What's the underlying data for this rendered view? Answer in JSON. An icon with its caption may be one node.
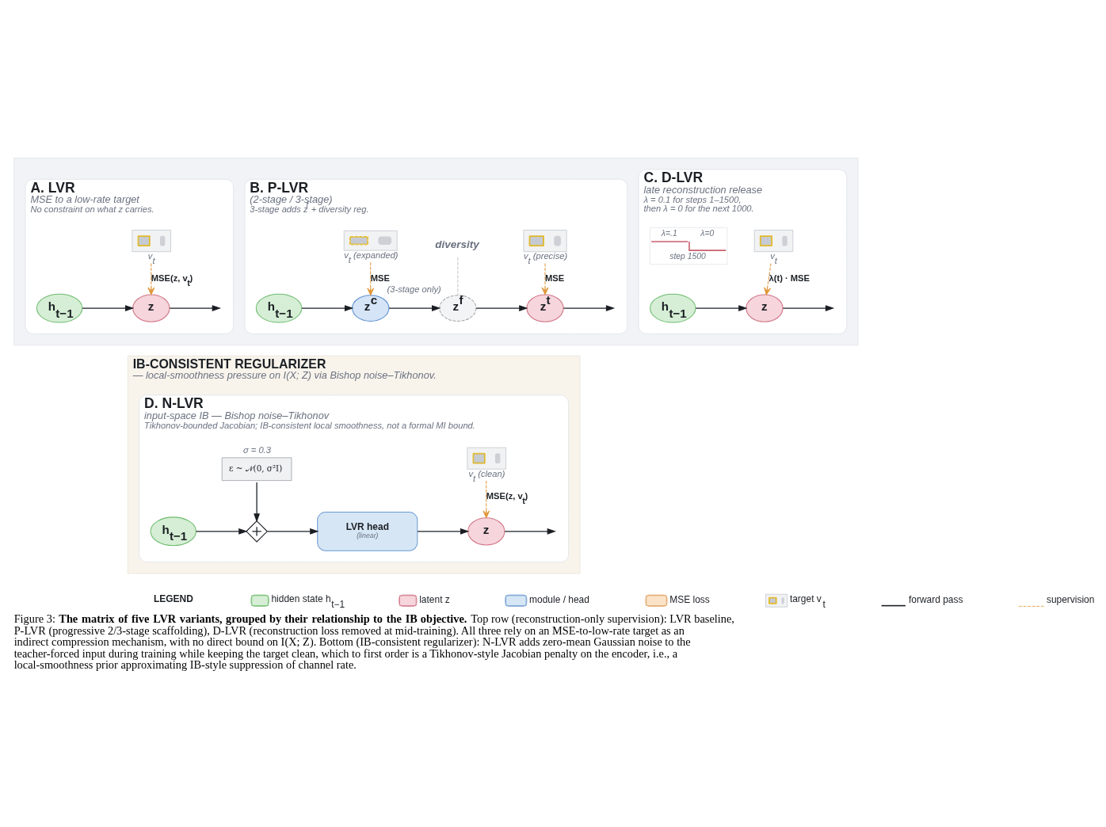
{
  "diagram": {
    "caption": "Figure 3: **The matrix of five LVR variants, grouped by their relationship to the IB objective.** Top row (reconstruction-only supervision): LVR baseline, P-LVR (progressive 2/3-stage scaffolding), D-LVR (reconstruction loss removed at mid-training). All three rely on an MSE-to-low-rate target as an indirect compression mechanism, with no direct bound on I(X; Z). Bottom (IB-consistent regularizer): N-LVR adds zero-mean Gaussian noise to the teacher-forced input during training while keeping the target clean, which to first order is a Tikhonov-style Jacobian penalty on the encoder, i.e., a local-smoothness prior approximating IB-style suppression of channel rate.",
    "nodes": [
      {
        "text": [],
        "shape": "box"
      },
      {
        "text": [
          "A. LVR",
          "MSE to a low-rate target",
          "No constraint on what z carries."
        ],
        "in": 0
      },
      {
        "text": [
          "h$_{t−1}$"
        ],
        "in": 1
      },
      {
        "text": [],
        "shape": "picture",
        "beside": [
          "v$_{t}$"
        ],
        "in": 1
      },
      {
        "text": [
          "z"
        ],
        "in": 1
      },
      {
        "text": [
          "B. P-LVR",
          "(2-stage / 3-stage)",
          "3-stage adds z$^{f}$ + diversity reg."
        ],
        "in": 0
      },
      {
        "text": [
          "h$_{t−1}$"
        ],
        "in": 5
      },
      {
        "text": [],
        "shape": "picture",
        "beside": [
          "v$_{t}$ (expanded)"
        ],
        "in": 5
      },
      {
        "text": [
          "z$^{c}$"
        ],
        "in": 5
      },
      {
        "text": [
          "diversity"
        ],
        "in": 5
      },
      {
        "text": [
          "z$^{f}$"
        ],
        "beside": [
          "(3-stage only)"
        ],
        "in": 5
      },
      {
        "text": [],
        "shape": "picture",
        "beside": [
          "v$_{t}$ (precise)"
        ],
        "in": 5
      },
      {
        "text": [
          "z$^{t}$"
        ],
        "in": 5
      },
      {
        "text": [
          "C. D-LVR",
          "late reconstruction release",
          "λ = 0.1 for steps 1–1500, then λ = 0 for the next 1000."
        ],
        "in": 0
      },
      {
        "text": [
          "λ=.1",
          "λ=0",
          "step 1500"
        ],
        "in": 13
      },
      {
        "text": [
          "h$_{t−1}$"
        ],
        "in": 13
      },
      {
        "text": [],
        "shape": "picture",
        "beside": [
          "v$_{t}$"
        ],
        "in": 13
      },
      {
        "text": [
          "z"
        ],
        "in": 13
      },
      {
        "text": [
          "IB-CONSISTENT REGULARIZER",
          "— local-smoothness pressure on I(X; Z) via Bishop noise–Tikhonov."
        ]
      },
      {
        "text": [
          "D. N-LVR",
          "input-space IB — Bishop noise–Tikhonov",
          "Tikhonov-bounded Jacobian; IB-consistent local smoothness, not a formal MI bound."
        ],
        "in": 18
      },
      {
        "text": [
          "ε ~ 𝒩(0, σ²I)"
        ],
        "beside": [
          "σ = 0.3"
        ],
        "in": 19
      },
      {
        "text": [
          "h$_{t−1}$"
        ],
        "in": 19
      },
      {
        "text": [],
        "shape": "diamond",
        "in": 19
      },
      {
        "text": [
          "LVR head",
          "(linear)"
        ],
        "in": 19
      },
      {
        "text": [],
        "shape": "picture",
        "beside": [
          "v$_{t}$ (clean)"
        ],
        "in": 19
      },
      {
        "text": [
          "z"
        ],
        "in": 19
      }
    ],
    "edges": [
      {
        "from": 2,
        "to": 4,
        "arrow": "to"
      },
      {
        "from": 4,
        "to": null,
        "arrow": "to"
      },
      {
        "from": 3,
        "to": 4,
        "arrow": "to",
        "label": "MSE(z, v$_{t}$)",
        "style": "dashed",
        "color": "#e0963a"
      },
      {
        "from": 6,
        "to": 8,
        "arrow": "to"
      },
      {
        "from": 8,
        "to": 10,
        "arrow": "to"
      },
      {
        "from": 10,
        "to": 12,
        "arrow": "to"
      },
      {
        "from": 12,
        "to": null,
        "arrow": "to"
      },
      {
        "from": 7,
        "to": 8,
        "arrow": "to",
        "label": "MSE",
        "style": "dashed",
        "color": "#e0963a"
      },
      {
        "from": 11,
        "to": 12,
        "arrow": "to",
        "label": "MSE",
        "style": "dashed",
        "color": "#e0963a"
      },
      {
        "from": 9,
        "to": 10,
        "arrow": "none",
        "style": "dashed",
        "color": "#c4c4c4"
      },
      {
        "from": 15,
        "to": 17,
        "arrow": "to"
      },
      {
        "from": 17,
        "to": null,
        "arrow": "to"
      },
      {
        "from": 16,
        "to": 17,
        "arrow": "to",
        "label": "λ(t) · MSE",
        "style": "dashed",
        "color": "#e0963a"
      },
      {
        "from": 21,
        "to": 22,
        "arrow": "to"
      },
      {
        "from": 20,
        "to": 22,
        "arrow": "to"
      },
      {
        "from": 22,
        "to": 23,
        "arrow": "to"
      },
      {
        "from": 23,
        "to": 25,
        "arrow": "to"
      },
      {
        "from": 25,
        "to": null,
        "arrow": "to"
      },
      {
        "from": 24,
        "to": 25,
        "arrow": "to",
        "label": "MSE(z, v$_{t}$)",
        "style": "dashed",
        "color": "#e0963a"
      }
    ],
    "labels": [
      "LEGEND"
    ],
    "legend": [
      {
        "text": "hidden state h$_{t−1}$",
        "color": "#d5eed5"
      },
      {
        "text": "latent z",
        "color": "#f6d5dc"
      },
      {
        "text": "module / head",
        "color": "#d6e6f5"
      },
      {
        "text": "MSE loss",
        "color": "#fbe3c8"
      },
      {
        "text": "target v$_{t}$"
      },
      {
        "text": "forward pass"
      },
      {
        "text": "supervision"
      }
    ]
  }
}
